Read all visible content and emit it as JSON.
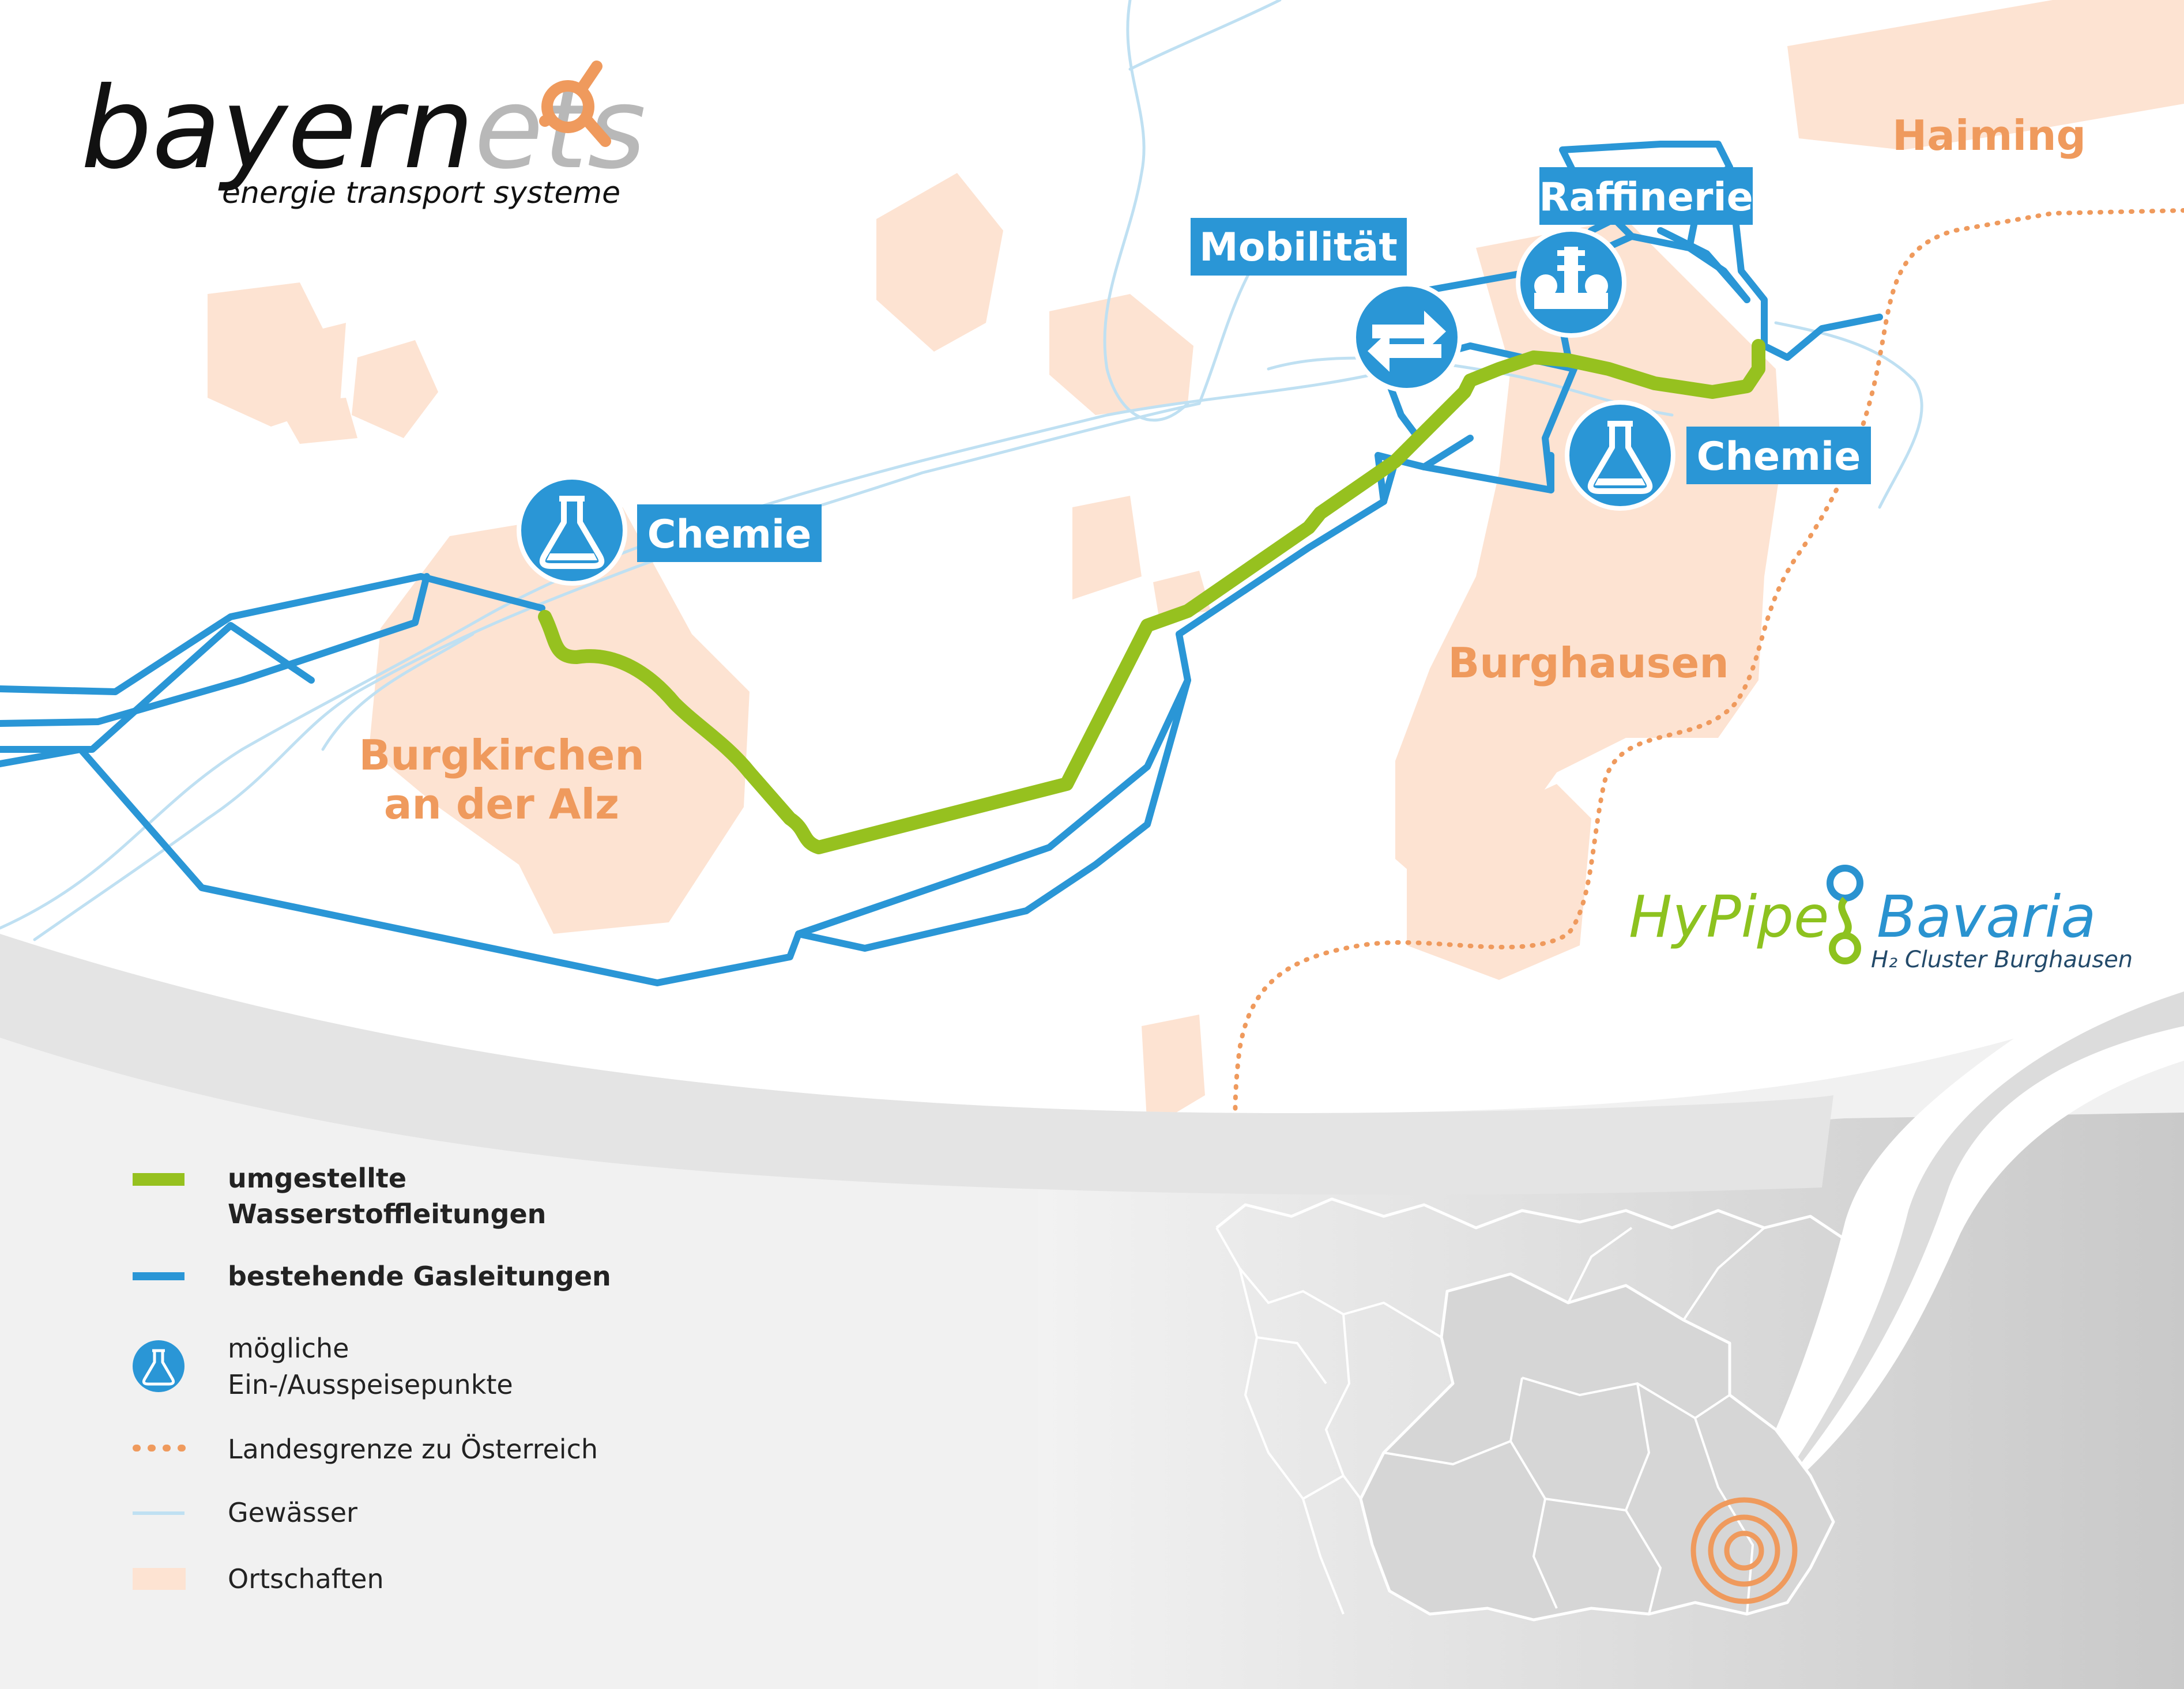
{
  "logo": {
    "brand_main": "bayern",
    "brand_accent": "ets",
    "tagline": "energie transport systeme",
    "accent_color": "#ef9a5d"
  },
  "places": {
    "haiming": "Haiming",
    "burghausen": "Burghausen",
    "burgkirchen_line1": "Burgkirchen",
    "burgkirchen_line2": "an der Alz"
  },
  "facilities": {
    "raffinerie": "Raffinerie",
    "mobilitaet": "Mobilität",
    "chemie_east": "Chemie",
    "chemie_west": "Chemie"
  },
  "project_logo": {
    "name_part1": "HyPipe",
    "name_part2": "Bavaria",
    "subtitle": "H₂ Cluster Burghausen"
  },
  "legend": {
    "items": [
      {
        "line1": "umgestellte",
        "line2": "Wasserstoffleitungen",
        "symbol": "green-line"
      },
      {
        "line1": "bestehende Gasleitungen",
        "line2": "",
        "symbol": "blue-line"
      },
      {
        "line1": "mögliche",
        "line2": "Ein-/Ausspeisepunkte",
        "symbol": "flask-icon"
      },
      {
        "line1": "Landesgrenze zu Österreich",
        "line2": "",
        "symbol": "dotted-orange-line"
      },
      {
        "line1": "Gewässer",
        "line2": "",
        "symbol": "light-blue-line"
      },
      {
        "line1": "Ortschaften",
        "line2": "",
        "symbol": "peach-box"
      }
    ]
  },
  "colors": {
    "hydrogen_line": "#96c11f",
    "gas_line": "#2a96d6",
    "border": "#ef9a5d",
    "water": "#bfe0f2",
    "towns": "#fde3d2",
    "label_box": "#2a96d6"
  }
}
